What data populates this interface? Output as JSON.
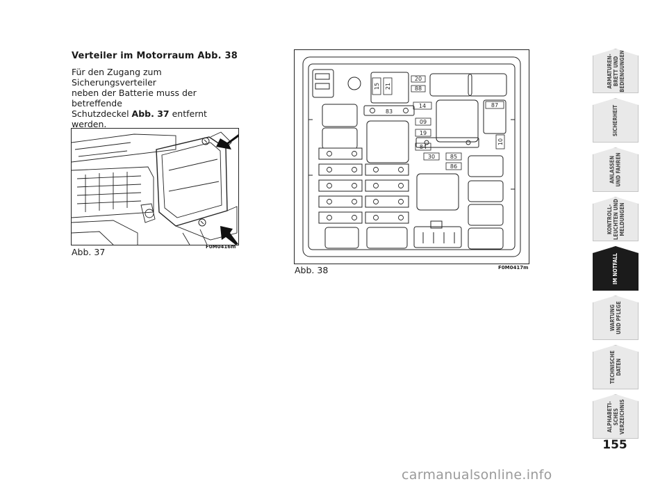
{
  "section": {
    "heading": "Verteiler im Motorraum Abb. 38",
    "body_line1": "Für den Zugang zum Sicherungsverteiler",
    "body_line2": "neben der Batterie muss der betreffende",
    "body_line3_prefix": "Schutzdeckel ",
    "body_line3_bold": "Abb. 37",
    "body_line3_suffix": " entfernt werden."
  },
  "figure37": {
    "caption": "Abb. 37",
    "code": "F0M0416m"
  },
  "figure38": {
    "caption": "Abb. 38",
    "code": "F0M0417m",
    "labels": [
      "20",
      "15",
      "21",
      "88",
      "14",
      "83",
      "87",
      "09",
      "19",
      "84",
      "10",
      "30",
      "85",
      "86"
    ]
  },
  "sidebar": {
    "tabs": [
      "ARMATUREN-\nBRETT UND\nBEDIENGUNGEN",
      "SICHERHEIT",
      "ANLASSEN\nUND FAHREN",
      "KONTROLL-\nLEUCHTEN UND\nMELDUNGEN",
      "IM NOTFALL",
      "WARTUNG\nUND PFLEGE",
      "TECHNISCHE\nDATEN",
      "ALPHABETI-\nSCHES\nVERZEICHNIS"
    ],
    "active_index": 4
  },
  "page_number": "155",
  "watermark": "carmanualsonline.info"
}
